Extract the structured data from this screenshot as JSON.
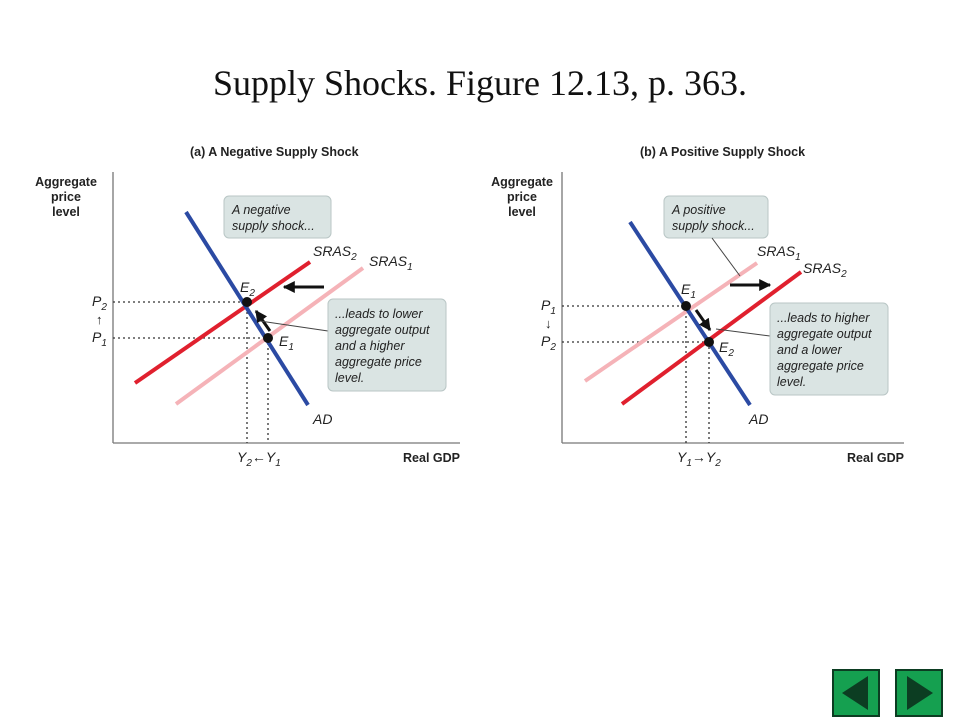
{
  "slide": {
    "title": "Supply Shocks. Figure 12.13, p. 363."
  },
  "panels": [
    {
      "heading": "(a) A Negative Supply Shock",
      "y_axis": [
        "Aggregate",
        "price",
        "level"
      ],
      "x_axis": "Real GDP",
      "curves": {
        "ad": "AD",
        "sras_a": "SRAS",
        "sras_a_sub": "2",
        "sras_b": "SRAS",
        "sras_b_sub": "1"
      },
      "points": {
        "upper": "E",
        "upper_sub": "2",
        "lower": "E",
        "lower_sub": "1"
      },
      "price_ticks": {
        "top": "P",
        "top_sub": "2",
        "bottom": "P",
        "bottom_sub": "1",
        "arrow": "↑"
      },
      "gdp_ticks": {
        "left": "Y",
        "left_sub": "2",
        "arrow": "←",
        "right": "Y",
        "right_sub": "1"
      },
      "note_top": [
        "A negative",
        "supply shock..."
      ],
      "note_bottom": [
        "...leads to lower",
        "aggregate output",
        "and a higher",
        "aggregate price",
        "level."
      ]
    },
    {
      "heading": "(b) A Positive Supply Shock",
      "y_axis": [
        "Aggregate",
        "price",
        "level"
      ],
      "x_axis": "Real GDP",
      "curves": {
        "ad": "AD",
        "sras_a": "SRAS",
        "sras_a_sub": "1",
        "sras_b": "SRAS",
        "sras_b_sub": "2"
      },
      "points": {
        "upper": "E",
        "upper_sub": "1",
        "lower": "E",
        "lower_sub": "2"
      },
      "price_ticks": {
        "top": "P",
        "top_sub": "1",
        "bottom": "P",
        "bottom_sub": "2",
        "arrow": "↓"
      },
      "gdp_ticks": {
        "left": "Y",
        "left_sub": "1",
        "arrow": "→",
        "right": "Y",
        "right_sub": "2"
      },
      "note_top": [
        "A positive",
        "supply shock..."
      ],
      "note_bottom": [
        "...leads to higher",
        "aggregate output",
        "and a lower",
        "aggregate price",
        "level."
      ]
    }
  ],
  "colors": {
    "ad": "#2b4aa3",
    "sras_new": "#e0202e",
    "sras_old": "#f5b3b8",
    "note_fill": "#dae4e3",
    "nav": "#15a050"
  },
  "icons": {
    "prev": "triangle-left-icon",
    "next": "triangle-right-icon"
  }
}
